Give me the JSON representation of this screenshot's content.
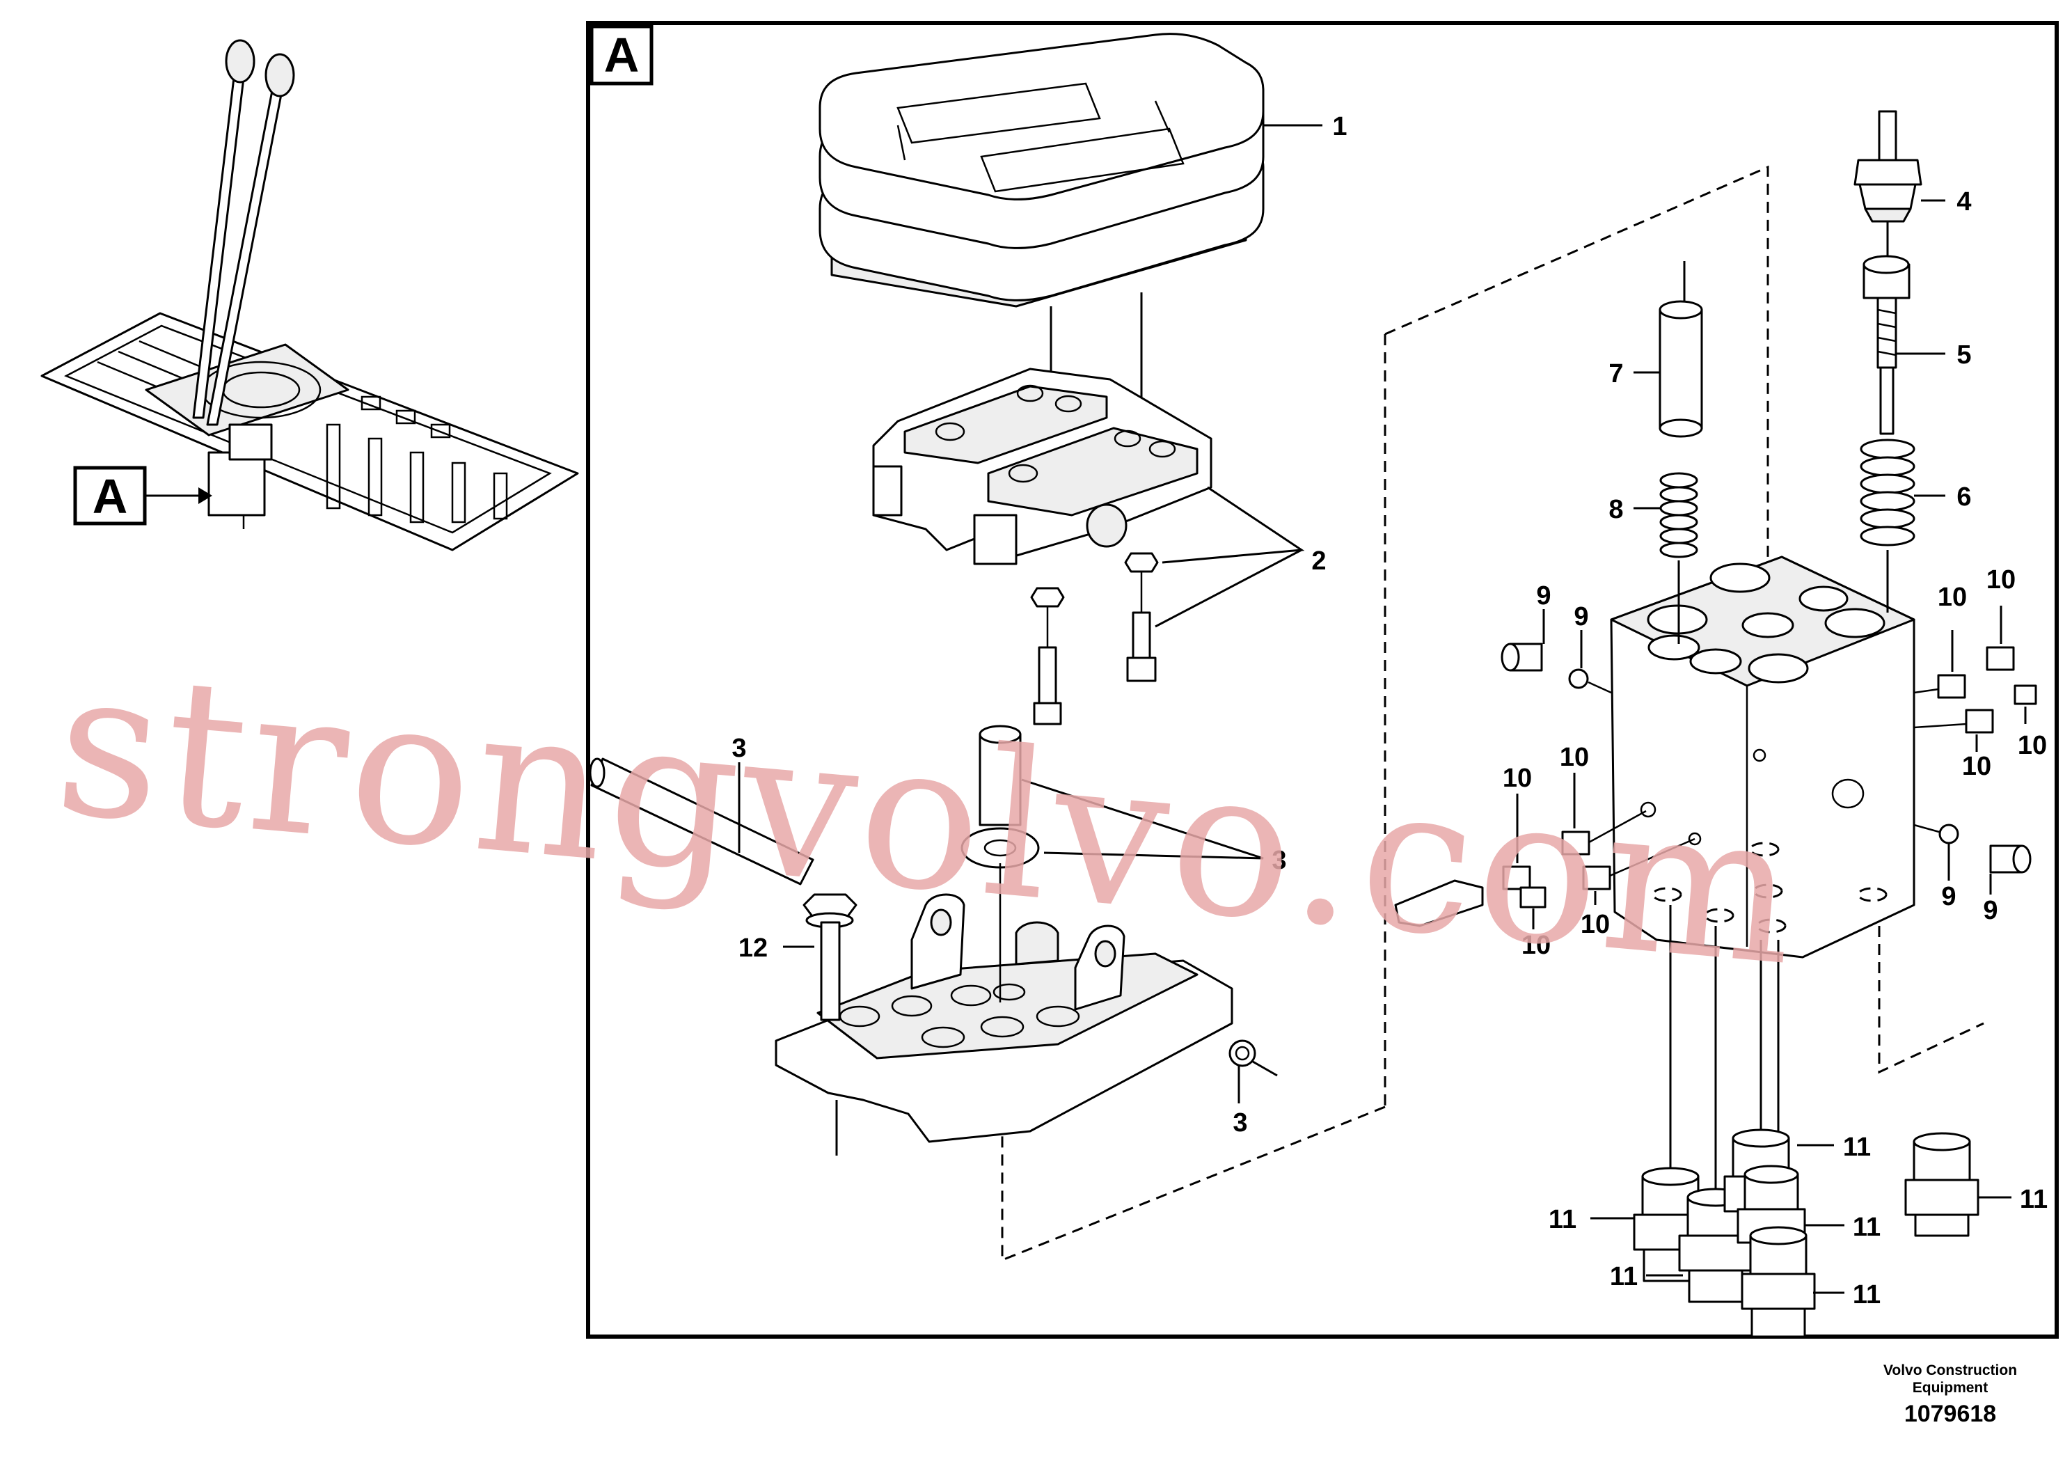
{
  "detail_frame_letter": "A",
  "overview_callout_letter": "A",
  "watermark": "strongvolvo.com",
  "footer": {
    "company_line1": "Volvo Construction",
    "company_line2": "Equipment",
    "drawing_number": "1079618"
  },
  "parts": [
    {
      "id": "1",
      "name": "boot"
    },
    {
      "id": "2",
      "name": "upper-plate-with-screws"
    },
    {
      "id": "3",
      "name": "pin-screw-washer"
    },
    {
      "id": "4",
      "name": "plunger-cap"
    },
    {
      "id": "5",
      "name": "plunger"
    },
    {
      "id": "6",
      "name": "return-spring"
    },
    {
      "id": "7",
      "name": "sleeve"
    },
    {
      "id": "8",
      "name": "spring"
    },
    {
      "id": "9",
      "name": "plug-and-ball"
    },
    {
      "id": "10",
      "name": "plug"
    },
    {
      "id": "11",
      "name": "connector"
    },
    {
      "id": "12",
      "name": "flange-screw"
    }
  ]
}
